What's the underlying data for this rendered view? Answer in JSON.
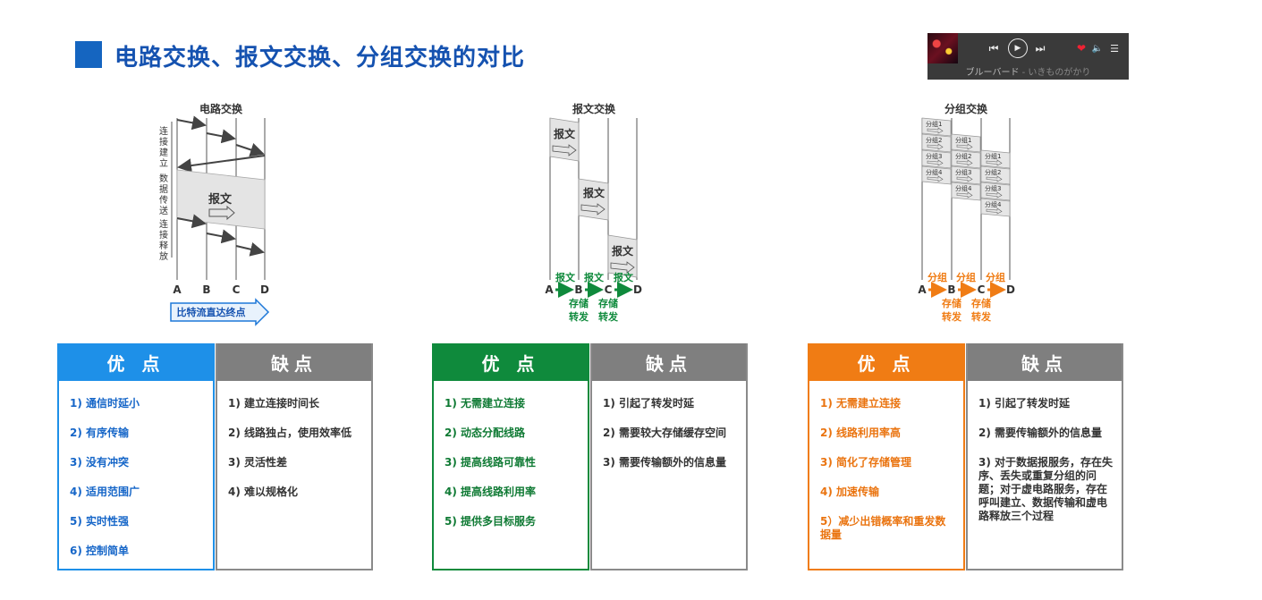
{
  "title": "电路交换、报文交换、分组交换的对比",
  "player": {
    "song": "ブルーバード",
    "artist": " - いきものがかり"
  },
  "circuit": {
    "title": "电路交换",
    "phases": [
      "连接建立",
      "数据传送",
      "连接释放"
    ],
    "message": "报文",
    "nodes": [
      "A",
      "B",
      "C",
      "D"
    ],
    "note": "比特流直达终点"
  },
  "message_sw": {
    "title": "报文交换",
    "message": "报文",
    "nodes": [
      "A",
      "B",
      "C",
      "D"
    ],
    "hop_label": "报文",
    "store1": "存储",
    "store2": "转发"
  },
  "packet_sw": {
    "title": "分组交换",
    "packets": [
      "分组1",
      "分组2",
      "分组3",
      "分组4"
    ],
    "nodes": [
      "A",
      "B",
      "C",
      "D"
    ],
    "hop_label": "分组",
    "store1": "存储",
    "store2": "转发"
  },
  "colors": {
    "circuit": "#1e90e8",
    "message": "#0f8a3c",
    "packet": "#f07c14",
    "con": "#7f7f7f"
  },
  "panels": [
    {
      "pro_head": "优 点",
      "pros": [
        "1) 通信时延小",
        "2) 有序传输",
        "3) 没有冲突",
        "4) 适用范围广",
        "5) 实时性强",
        "6) 控制简单"
      ],
      "con_head": "缺点",
      "cons": [
        "1) 建立连接时间长",
        "2) 线路独占，使用效率低",
        "3) 灵活性差",
        "4) 难以规格化"
      ]
    },
    {
      "pro_head": "优 点",
      "pros": [
        "1) 无需建立连接",
        "2) 动态分配线路",
        "3) 提高线路可靠性",
        "4) 提高线路利用率",
        "5) 提供多目标服务"
      ],
      "con_head": "缺点",
      "cons": [
        "1) 引起了转发时延",
        "2) 需要较大存储缓存空间",
        "3) 需要传输额外的信息量"
      ]
    },
    {
      "pro_head": "优 点",
      "pros": [
        "1) 无需建立连接",
        "2) 线路利用率高",
        "3) 简化了存储管理",
        "4) 加速传输",
        "5）减少出错概率和重发数据量"
      ],
      "con_head": "缺点",
      "cons": [
        "1) 引起了转发时延",
        "2) 需要传输额外的信息量",
        "3) 对于数据报服务，存在失序、丢失或重复分组的问题；对于虚电路服务，存在呼叫建立、数据传输和虚电路释放三个过程"
      ]
    }
  ]
}
